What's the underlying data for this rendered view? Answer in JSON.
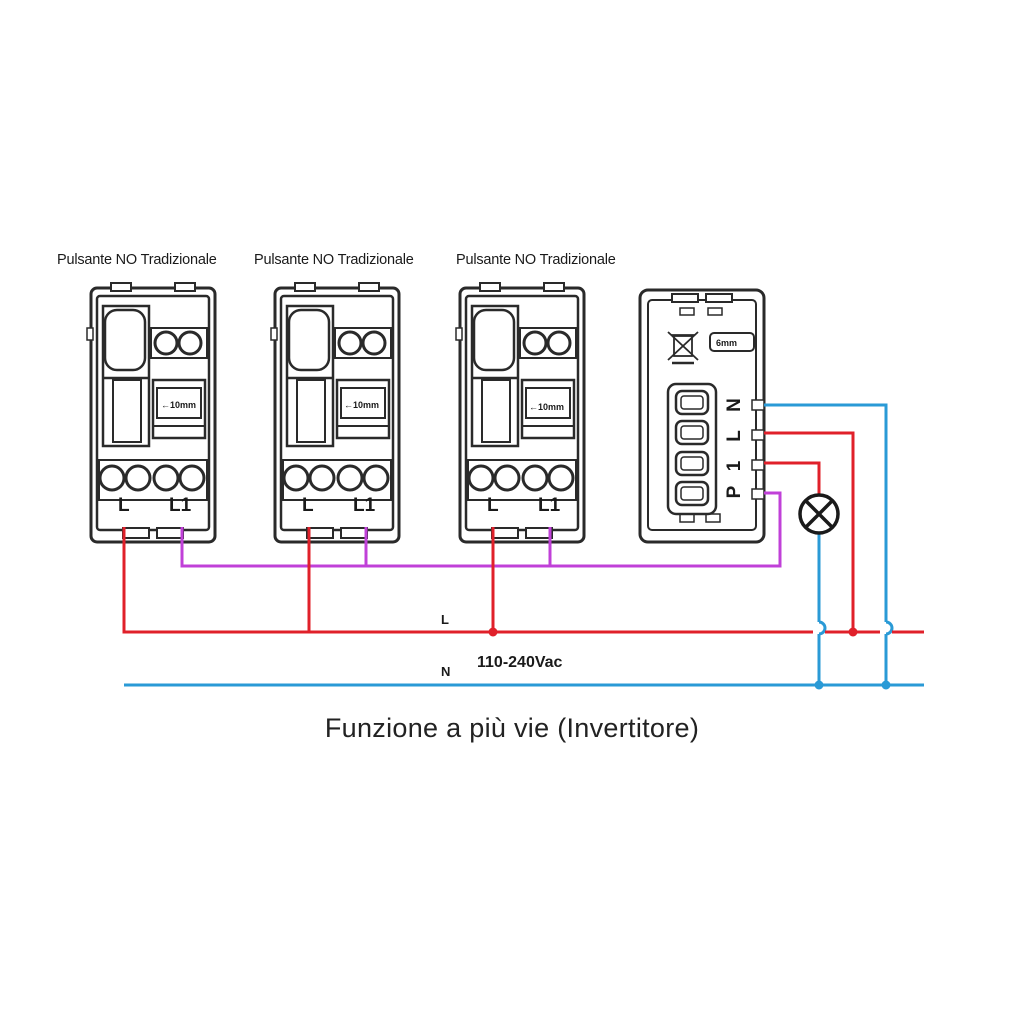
{
  "switches": [
    {
      "title": "Pulsante NO Tradizionale",
      "term_l": "L",
      "term_l1": "L1",
      "strip_label": "←10mm"
    },
    {
      "title": "Pulsante NO Tradizionale",
      "term_l": "L",
      "term_l1": "L1",
      "strip_label": "←10mm"
    },
    {
      "title": "Pulsante NO Tradizionale",
      "term_l": "L",
      "term_l1": "L1",
      "strip_label": "←10mm"
    }
  ],
  "smart_module": {
    "terminals": [
      "N",
      "L",
      "1",
      "P"
    ],
    "strip_label": "6mm"
  },
  "lines": {
    "live_label": "L",
    "neutral_label": "N",
    "voltage_label": "110-240Vac"
  },
  "caption": "Funzione a più vie (Invertitore)",
  "colors": {
    "live": "#e0202a",
    "neutral": "#2a9ad6",
    "control": "#c040d8",
    "outline": "#2a2a2a"
  }
}
